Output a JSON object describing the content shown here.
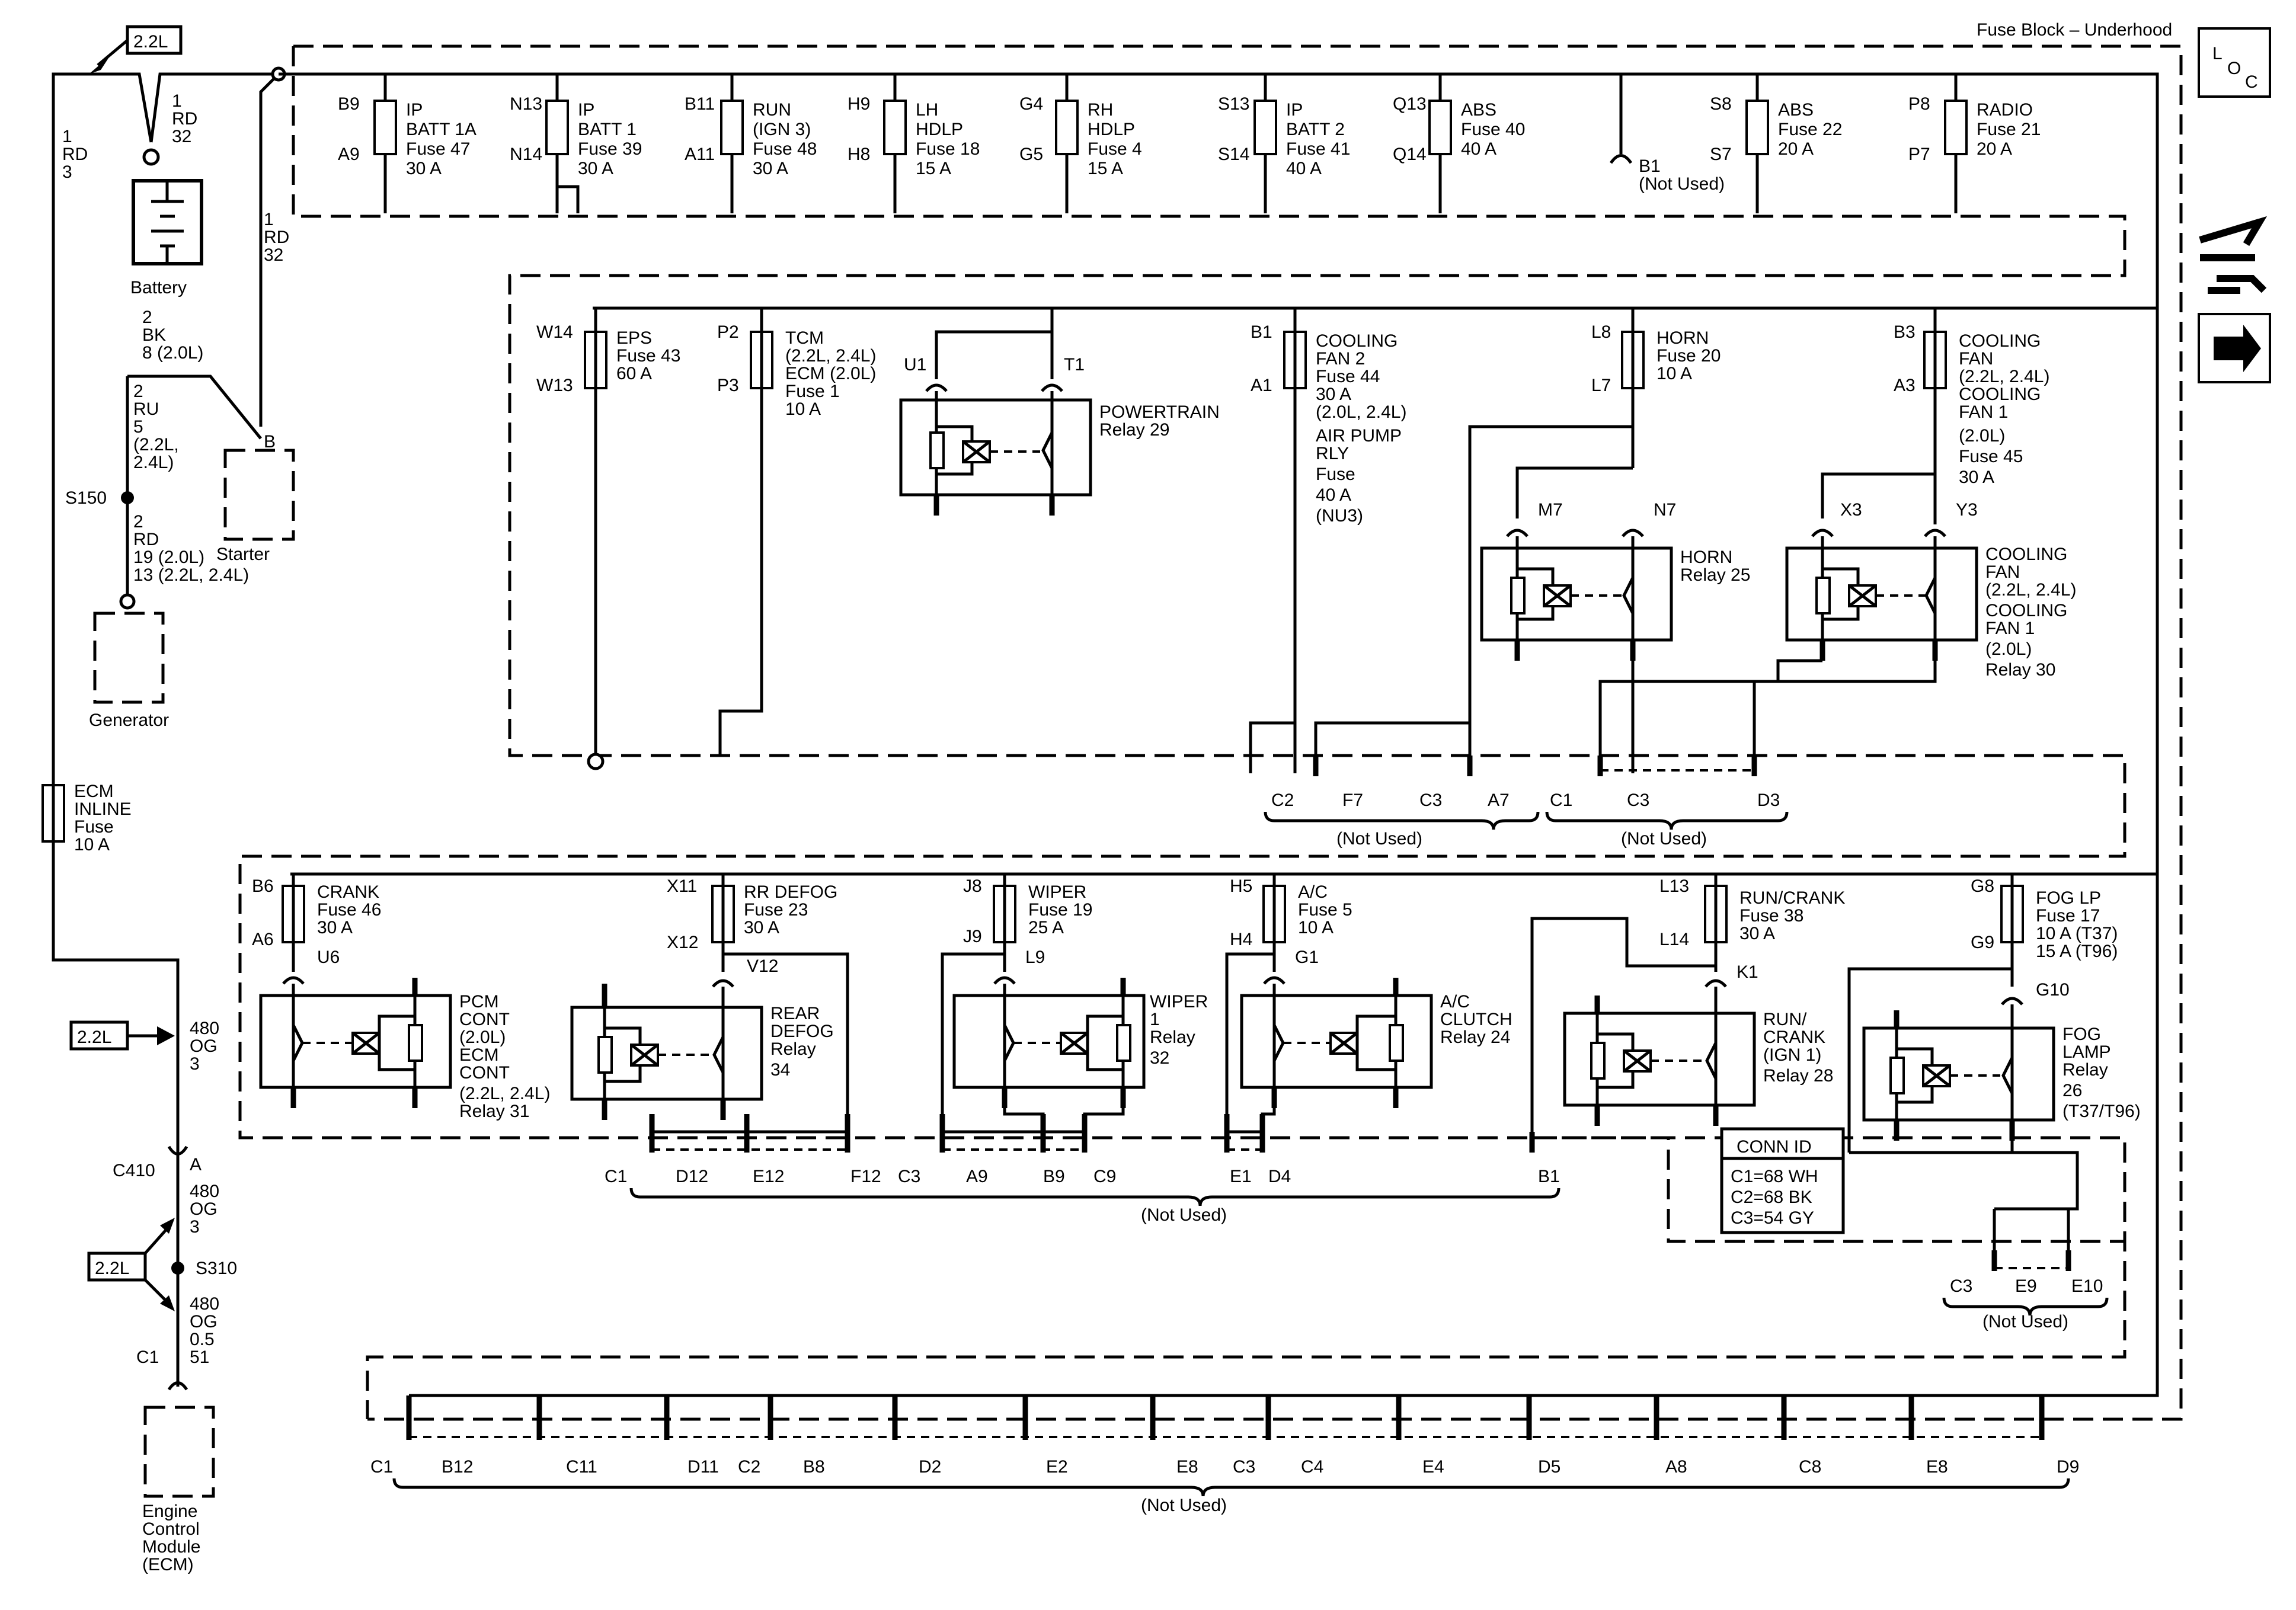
{
  "title": "Fuse Block – Underhood",
  "icons": {
    "loc": {
      "l": "L",
      "o": "O",
      "c": "C"
    }
  },
  "left": {
    "engine_tag": "2.2L",
    "w_rd3": [
      "1",
      "RD",
      "3"
    ],
    "w_rd32a": [
      "1",
      "RD",
      "32"
    ],
    "w_rd32b": [
      "1",
      "RD",
      "32"
    ],
    "battery": "Battery",
    "w_bk8": [
      "2",
      "BK",
      "8 (2.0L)"
    ],
    "w_ru5": [
      "2",
      "RU",
      "5",
      "(2.2L,",
      "2.4L)"
    ],
    "s150": "S150",
    "w_rd19": [
      "2",
      "RD",
      "19 (2.0L)",
      "13 (2.2L, 2.4L)"
    ],
    "starter": "Starter",
    "starter_pin": "B",
    "generator": "Generator",
    "ecm_fuse": [
      "ECM",
      "INLINE",
      "Fuse",
      "10 A"
    ],
    "tag2": "2.2L",
    "w_og3a": [
      "480",
      "OG",
      "3"
    ],
    "c410": "C410",
    "c410_pin": "A",
    "w_og3b": [
      "480",
      "OG",
      "3"
    ],
    "tag3": "2.2L",
    "s310": "S310",
    "w_og05": [
      "480",
      "OG",
      "0.5",
      "51"
    ],
    "ecm_c1": "C1",
    "ecm": [
      "Engine",
      "Control",
      "Module",
      "(ECM)"
    ]
  },
  "row1": [
    {
      "p1": "B9",
      "p2": "A9",
      "label": [
        "IP",
        "BATT 1A",
        "Fuse 47",
        "30 A"
      ]
    },
    {
      "p1": "N13",
      "p2": "N14",
      "label": [
        "IP",
        "BATT 1",
        "Fuse 39",
        "30 A"
      ]
    },
    {
      "p1": "B11",
      "p2": "A11",
      "label": [
        "RUN",
        "(IGN 3)",
        "Fuse 48",
        "30 A"
      ]
    },
    {
      "p1": "H9",
      "p2": "H8",
      "label": [
        "LH",
        "HDLP",
        "Fuse 18",
        "15 A"
      ]
    },
    {
      "p1": "G4",
      "p2": "G5",
      "label": [
        "RH",
        "HDLP",
        "Fuse 4",
        "15 A"
      ]
    },
    {
      "p1": "S13",
      "p2": "S14",
      "label": [
        "IP",
        "BATT 2",
        "Fuse 41",
        "40 A"
      ]
    },
    {
      "p1": "Q13",
      "p2": "Q14",
      "label": [
        "ABS",
        "Fuse 40",
        "40 A"
      ]
    },
    {
      "p1": "S8",
      "p2": "S7",
      "label": [
        "ABS",
        "Fuse 22",
        "20 A"
      ]
    },
    {
      "p1": "P8",
      "p2": "P7",
      "label": [
        "RADIO",
        "Fuse 21",
        "20 A"
      ]
    }
  ],
  "b1_unused": {
    "pin": "B1",
    "note": "(Not Used)"
  },
  "row2": {
    "eps": {
      "p1": "W14",
      "p2": "W13",
      "label": [
        "EPS",
        "Fuse 43",
        "60 A"
      ]
    },
    "tcm": {
      "p1": "P2",
      "p2": "P3",
      "label": [
        "TCM",
        "(2.2L, 2.4L)",
        "ECM (2.0L)",
        "Fuse 1",
        "10 A"
      ]
    },
    "ptrelay": {
      "u": "U1",
      "t": "T1",
      "label": [
        "POWERTRAIN",
        "Relay 29"
      ]
    },
    "cool2": {
      "p1": "B1",
      "p2": "A1",
      "label": [
        "COOLING",
        "FAN 2",
        "Fuse 44",
        "30 A",
        "(2.0L, 2.4L)",
        "AIR PUMP",
        "RLY",
        "Fuse",
        "40 A",
        "(NU3)"
      ]
    },
    "horn": {
      "p1": "L8",
      "p2": "L7",
      "label": [
        "HORN",
        "Fuse 20",
        "10 A"
      ]
    },
    "hornrelay": {
      "m": "M7",
      "n": "N7",
      "label": [
        "HORN",
        "Relay 25"
      ]
    },
    "cool": {
      "p1": "B3",
      "p2": "A3",
      "label": [
        "COOLING",
        "FAN",
        "(2.2L, 2.4L)",
        "COOLING",
        "FAN 1",
        "(2.0L)",
        "Fuse 45",
        "30 A"
      ]
    },
    "coolrelay": {
      "x": "X3",
      "y": "Y3",
      "label": [
        "COOLING",
        "FAN",
        "(2.2L, 2.4L)",
        "COOLING",
        "FAN 1",
        "(2.0L)",
        "Relay 30"
      ]
    },
    "pins_a": [
      "C2",
      "F7",
      "C3",
      "A7"
    ],
    "pins_b": [
      "C1",
      "C3",
      "D3"
    ],
    "not_used": "(Not Used)"
  },
  "row3": {
    "crank": {
      "p1": "B6",
      "p2": "A6",
      "u": "U6",
      "label": [
        "CRANK",
        "Fuse 46",
        "30 A"
      ]
    },
    "pcm": [
      "PCM",
      "CONT",
      "(2.0L)",
      "ECM",
      "CONT",
      "(2.2L, 2.4L)",
      "Relay 31"
    ],
    "rrdefog": {
      "p1": "X11",
      "p2": "X12",
      "v": "V12",
      "label": [
        "RR DEFOG",
        "Fuse 23",
        "30 A"
      ]
    },
    "rearrelay": [
      "REAR",
      "DEFOG",
      "Relay",
      "34"
    ],
    "wiper": {
      "p1": "J8",
      "p2": "J9",
      "l": "L9",
      "label": [
        "WIPER",
        "Fuse 19",
        "25 A"
      ]
    },
    "wiperrelay": [
      "WIPER",
      "1",
      "Relay",
      "32"
    ],
    "ac": {
      "p1": "H5",
      "p2": "H4",
      "g": "G1",
      "label": [
        "A/C",
        "Fuse 5",
        "10 A"
      ]
    },
    "acrelay": [
      "A/C",
      "CLUTCH",
      "Relay 24"
    ],
    "runcrank": {
      "p1": "L13",
      "p2": "L14",
      "k": "K1",
      "label": [
        "RUN/CRANK",
        "Fuse 38",
        "30 A"
      ]
    },
    "runrelay": [
      "RUN/",
      "CRANK",
      "(IGN 1)",
      "Relay 28"
    ],
    "fog": {
      "p1": "G8",
      "p2": "G9",
      "g": "G10",
      "label": [
        "FOG LP",
        "Fuse 17",
        "10 A (T37)",
        "15 A (T96)"
      ]
    },
    "fogrelay": [
      "FOG",
      "LAMP",
      "Relay",
      "26",
      "(T37/T96)"
    ],
    "connid": {
      "title": "CONN ID",
      "rows": [
        "C1=68 WH",
        "C2=68 BK",
        "C3=54 GY"
      ]
    },
    "pins": [
      "C1",
      "D12",
      "E12",
      "F12",
      "C3",
      "A9",
      "B9",
      "C9",
      "E1",
      "D4",
      "B1"
    ],
    "not_used": "(Not Used)",
    "fogpins": [
      "C3",
      "E9",
      "E10"
    ],
    "fog_not_used": "(Not Used)"
  },
  "bottom": {
    "pins": [
      "C1",
      "B12",
      "C11",
      "D11",
      "C2",
      "B8",
      "D2",
      "E2",
      "E8",
      "C3",
      "C4",
      "E4",
      "D5",
      "A8",
      "C8",
      "E8",
      "D9"
    ],
    "not_used": "(Not Used)"
  }
}
